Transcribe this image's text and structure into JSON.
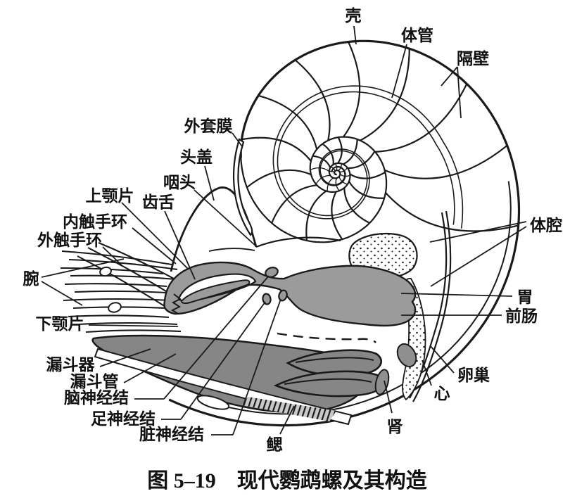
{
  "figure": {
    "caption": "图 5–19　现代鹦鹉螺及其构造",
    "figure_number": "图 5–19",
    "title": "现代鹦鹉螺及其构造"
  },
  "labels": {
    "shell": "壳",
    "siphuncle": "体管",
    "septum": "隔壁",
    "mantle": "外套膜",
    "hood": "头盖",
    "pharynx": "咽头",
    "upper_jaw": "上颚片",
    "radula": "齿舌",
    "inner_tentacle_ring": "内触手环",
    "outer_tentacle_ring": "外触手环",
    "arm": "腕",
    "lower_jaw": "下颚片",
    "funnel_organ": "漏斗器",
    "funnel_tube": "漏斗管",
    "cerebral_ganglion": "脑神经结",
    "pedal_ganglion": "足神经结",
    "visceral_ganglion": "脏神经结",
    "gill": "鳃",
    "kidney": "肾",
    "heart": "心",
    "ovary": "卵巢",
    "stomach": "胃",
    "foregut": "前肠",
    "coelom": "体腔"
  },
  "colors": {
    "line": "#1a1a1a",
    "background": "#ffffff",
    "tissue_mid": "#9b9b9b",
    "tissue_dark": "#868686",
    "ganglion_gray": "#9a9a9a"
  }
}
